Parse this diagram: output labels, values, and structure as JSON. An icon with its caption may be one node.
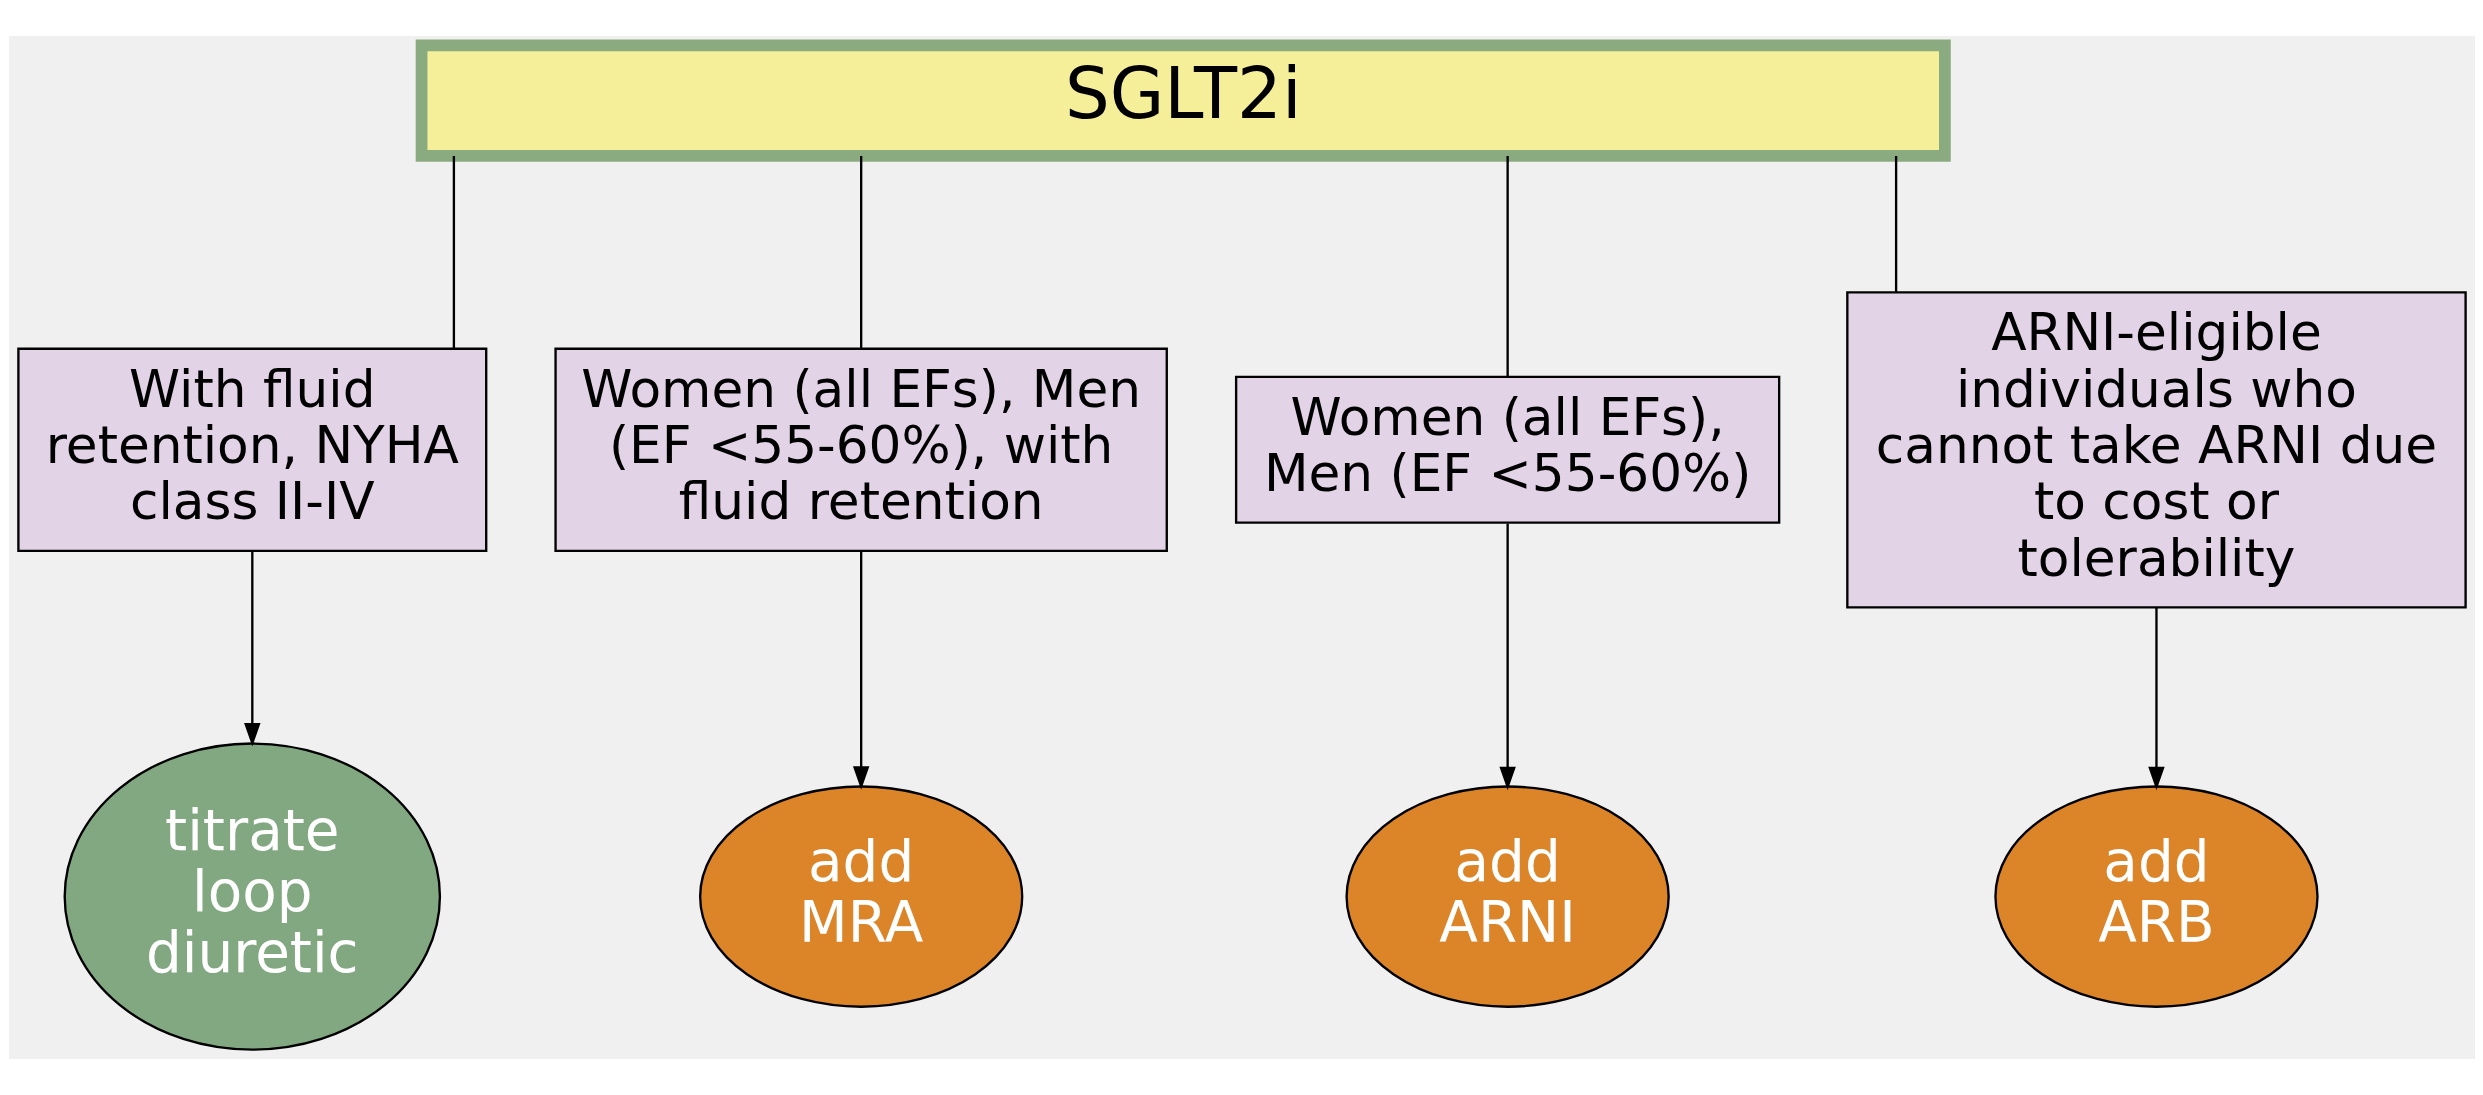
{
  "diagram": {
    "nodes": [
      {
        "text": [
          "SGLT2i"
        ]
      },
      {
        "text": [
          "With fluid retention, NYHA class II-IV"
        ]
      },
      {
        "text": [
          "Women (all EFs), Men (EF <55-60%), with fluid retention"
        ]
      },
      {
        "text": [
          "Women (all EFs), Men (EF <55-60%)"
        ]
      },
      {
        "text": [
          "ARNI-eligible individuals who cannot take ARNI due to cost or tolerability"
        ]
      },
      {
        "text": [
          "titrate loop diuretic"
        ]
      },
      {
        "text": [
          "add MRA"
        ]
      },
      {
        "text": [
          "add ARNI"
        ]
      },
      {
        "text": [
          "add ARB"
        ]
      }
    ],
    "edges": [
      {
        "from": 0,
        "to": 1,
        "arrow": "none"
      },
      {
        "from": 0,
        "to": 2,
        "arrow": "none"
      },
      {
        "from": 0,
        "to": 3,
        "arrow": "none"
      },
      {
        "from": 0,
        "to": 4,
        "arrow": "none"
      },
      {
        "from": 1,
        "to": 5,
        "arrow": "to"
      },
      {
        "from": 2,
        "to": 6,
        "arrow": "to"
      },
      {
        "from": 3,
        "to": 7,
        "arrow": "to"
      },
      {
        "from": 4,
        "to": 8,
        "arrow": "to"
      }
    ]
  }
}
